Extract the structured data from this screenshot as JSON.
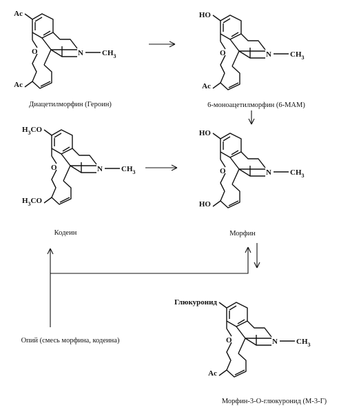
{
  "compounds": [
    {
      "id": "heroin",
      "caption": "Диацетилморфин (Героин)",
      "top_group": "Ac",
      "bottom_group": "Ac",
      "ring_o": "O",
      "amine": "N",
      "methyl": "CH",
      "methyl_sub": "3"
    },
    {
      "id": "mam6",
      "caption": "6-моноацетилморфин (6-МАМ)",
      "top_group": "HO",
      "bottom_group": "Ac",
      "ring_o": "O",
      "amine": "N",
      "methyl": "CH",
      "methyl_sub": "3"
    },
    {
      "id": "codeine",
      "caption": "Кодеин",
      "top_group": "H",
      "top_group_sub": "3",
      "top_group_end": "CO",
      "bottom_group": "H",
      "bottom_group_sub": "3",
      "bottom_group_end": "CO",
      "ring_o": "O",
      "amine": "N",
      "methyl": "CH",
      "methyl_sub": "3"
    },
    {
      "id": "morphine",
      "caption": "Морфин",
      "top_group": "HO",
      "bottom_group": "HO",
      "ring_o": "O",
      "amine": "N",
      "methyl": "CH",
      "methyl_sub": "3"
    },
    {
      "id": "m3g",
      "caption": "Морфин-3-O-глюкуронид (М-3-Г)",
      "top_group": "Глюкуронид",
      "bottom_group": "Ac",
      "ring_o": "O",
      "amine": "N",
      "methyl": "CH",
      "methyl_sub": "3"
    }
  ],
  "opium_label": "Опий (смесь морфина, кодеина)"
}
